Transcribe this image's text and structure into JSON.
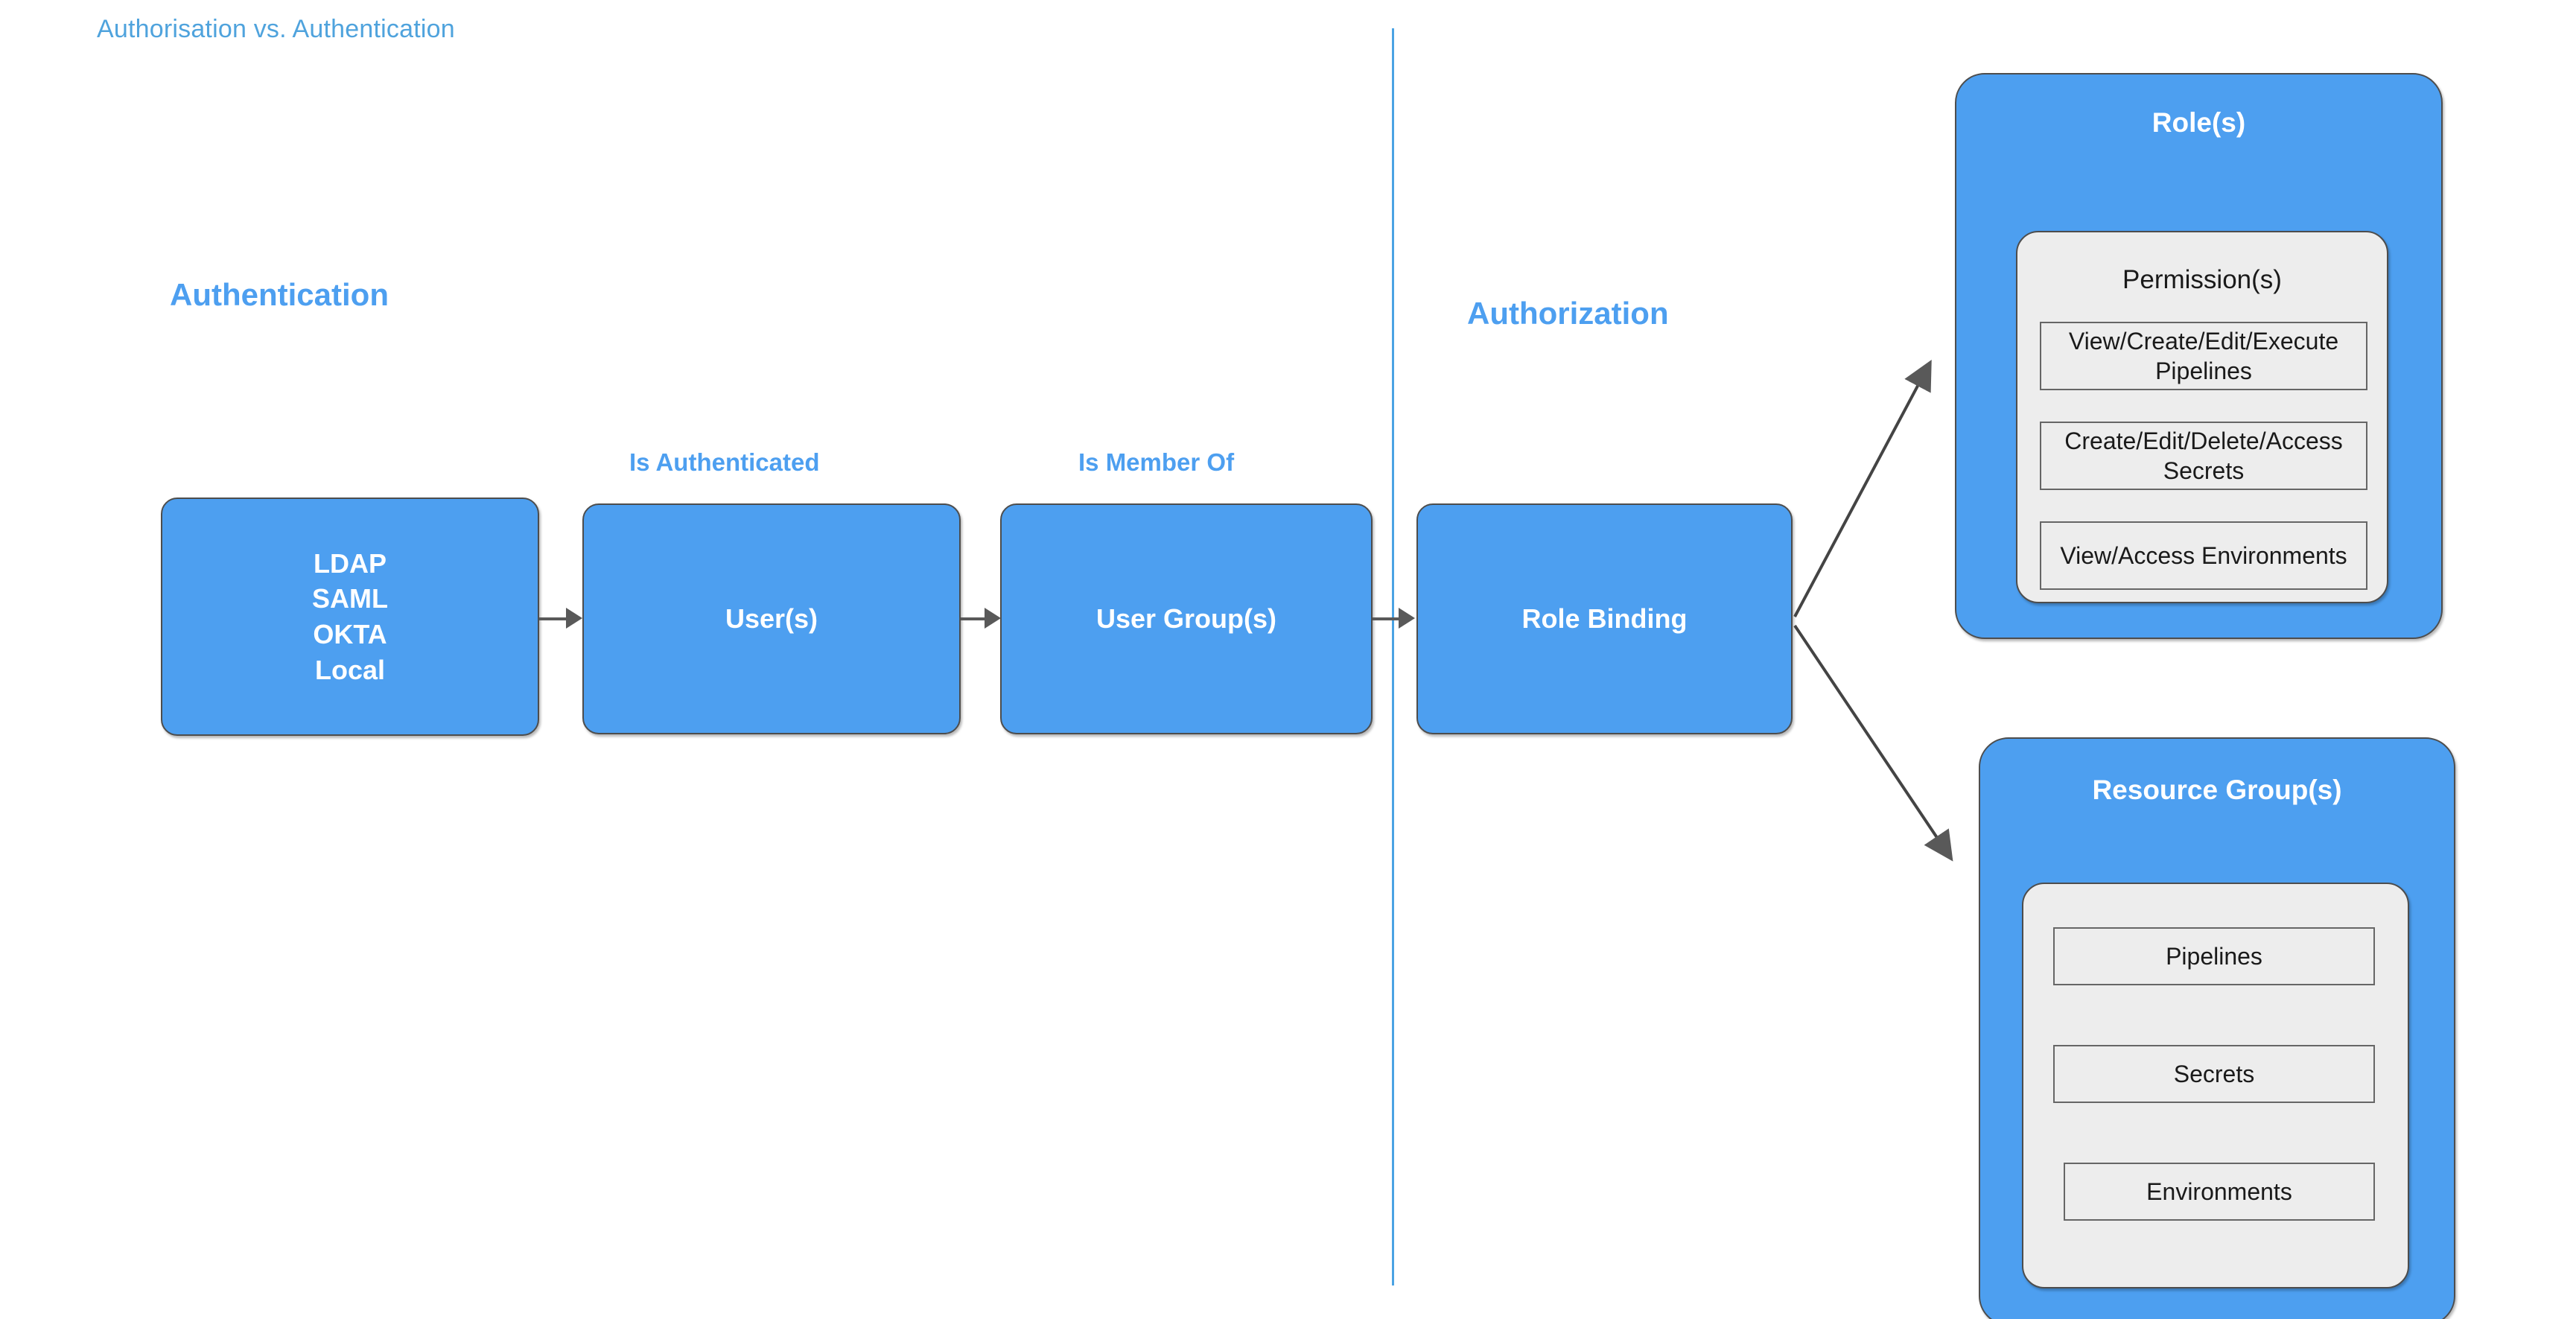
{
  "title": "Authorisation vs. Authentication",
  "colors": {
    "title_blue": "#4FA3DD",
    "heading_blue": "#4d9ff0",
    "node_blue": "#4d9ff0",
    "panel_gray": "#ededed",
    "border_gray": "#4d4d4d",
    "arrow_gray": "#595959",
    "divider_blue": "#4aa3e3"
  },
  "sections": {
    "authentication_heading": "Authentication",
    "authorization_heading": "Authorization"
  },
  "edge_labels": {
    "is_authenticated": "Is Authenticated",
    "is_member_of": "Is Member Of"
  },
  "nodes": {
    "identity_providers": "LDAP\nSAML\nOKTA\nLocal",
    "users": "User(s)",
    "user_groups": "User Group(s)",
    "role_binding": "Role Binding"
  },
  "roles_card": {
    "title": "Role(s)",
    "panel_title": "Permission(s)",
    "permissions": [
      "View/Create/Edit/Execute Pipelines",
      "Create/Edit/Delete/Access Secrets",
      "View/Access Environments"
    ]
  },
  "resource_groups_card": {
    "title": "Resource Group(s)",
    "resources": [
      "Pipelines",
      "Secrets",
      "Environments"
    ]
  }
}
